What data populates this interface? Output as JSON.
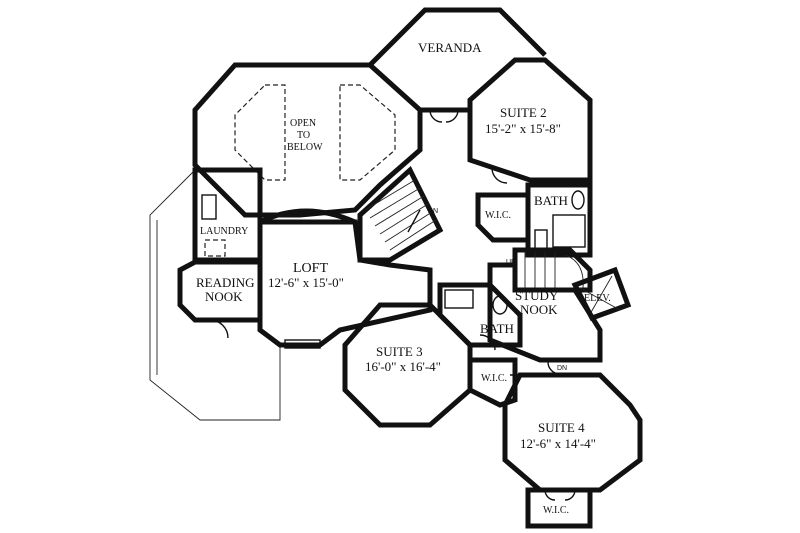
{
  "rooms": {
    "veranda": "VERANDA",
    "suite2_name": "SUITE 2",
    "suite2_dims": "15'-2\" x 15'-8\"",
    "open_below_1": "OPEN",
    "open_below_2": "TO",
    "open_below_3": "BELOW",
    "wic_1": "W.I.C.",
    "bath_1": "BATH",
    "laundry": "LAUNDRY",
    "loft_name": "LOFT",
    "loft_dims": "12'-6\" x 15'-0\"",
    "reading_1": "READING",
    "reading_2": "NOOK",
    "study_1": "STUDY",
    "study_2": "NOOK",
    "elev": "ELEV.",
    "bath_2": "BATH",
    "suite3_name": "SUITE 3",
    "suite3_dims": "16'-0\" x 16'-4\"",
    "wic_2": "W.I.C.",
    "suite4_name": "SUITE 4",
    "suite4_dims": "12'-6\" x 14'-4\"",
    "wic_3": "W.I.C."
  },
  "annotations": {
    "dn_1": "DN",
    "up": "UP",
    "dn_2": "DN"
  }
}
